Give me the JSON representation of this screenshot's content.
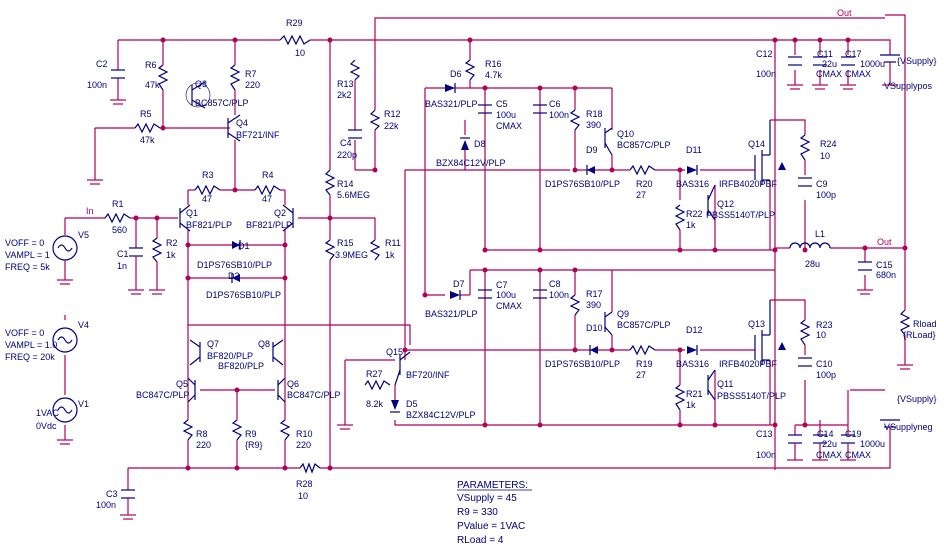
{
  "labels": {
    "out_top": "Out",
    "out_mid": "Out",
    "in": "In",
    "r29": "R29",
    "r29v": "10",
    "c2": "C2",
    "c2v": "100n",
    "r6": "R6",
    "r6v": "47k",
    "q3": "Q3",
    "q3t": "BC857C/PLP",
    "r7": "R7",
    "r7v": "220",
    "r5": "R5",
    "r5v": "47k",
    "q4": "Q4",
    "q4t": "BF721/INF",
    "r3": "R3",
    "r3v": "47",
    "r4": "R4",
    "r4v": "47",
    "r1": "R1",
    "r1v": "560",
    "q1": "Q1",
    "q1t": "BF821/PLP",
    "q2": "Q2",
    "q2t": "BF821/PLP",
    "r2": "R2",
    "r2v": "1k",
    "c1": "C1",
    "c1v": "1n",
    "d1": "D1",
    "d1t": "D1PS76SB10/PLP",
    "d2": "D2",
    "d2t": "D1PS76SB10/PLP",
    "v5": "V5",
    "v5a": "VOFF = 0",
    "v5b": "VAMPL = 1",
    "v5c": "FREQ = 5k",
    "v4": "V4",
    "v4a": "VOFF = 0",
    "v4b": "VAMPL = 1.0",
    "v4c": "FREQ = 20k",
    "v1": "V1",
    "v1a": "1VAC",
    "v1b": "0Vdc",
    "q7": "Q7",
    "q7t": "BF820/PLP",
    "q8": "Q8",
    "q8t": "BF820/PLP",
    "q5": "Q5",
    "q5t": "BC847C/PLP",
    "q6": "Q6",
    "q6t": "BC847C/PLP",
    "r8": "R8",
    "r8v": "220",
    "r9": "R9",
    "r9v": "{R9}",
    "r10": "R10",
    "r10v": "220",
    "r28": "R28",
    "r28v": "10",
    "c3": "C3",
    "c3v": "100n",
    "r13": "R13",
    "r13v": "2k2",
    "c4": "C4",
    "c4v": "220p",
    "r12": "R12",
    "r12v": "22k",
    "r14": "R14",
    "r14v": "5.6MEG",
    "r15": "R15",
    "r15v": "3.9MEG",
    "r11": "R11",
    "r11v": "1k",
    "d6": "D6",
    "d6t": "BAS321/PLP",
    "r16": "R16",
    "r16v": "4.7k",
    "c5": "C5",
    "c5v": "100u",
    "c5t": "CMAX",
    "c6": "C6",
    "c6v": "100n",
    "r18": "R18",
    "r18v": "390",
    "q10": "Q10",
    "q10t": "BC857C/PLP",
    "d8": "D8",
    "d8t": "BZX84C12V/PLP",
    "d9": "D9",
    "d9t": "D1PS76SB10/PLP",
    "r20": "R20",
    "r20v": "27",
    "d11": "D11",
    "d11t": "BAS316",
    "q12": "Q12",
    "q12t": "PBSS5140T/PLP",
    "r22": "R22",
    "r22v": "1k",
    "q14": "Q14",
    "q14t": "IRFB4020PBF",
    "r24": "R24",
    "r24v": "10",
    "c9": "C9",
    "c9v": "100p",
    "c12": "C12",
    "c12v": "100n",
    "c11": "C11",
    "c11v": "22u",
    "c11t": "CMAX",
    "c17": "C17",
    "c17v": "1000u",
    "c17t": "CMAX",
    "vsupply_top": "{VSupply}",
    "vsupplypos": "VSupplypos",
    "l1": "L1",
    "l1v": "28u",
    "c15": "C15",
    "c15v": "680n",
    "rload": "Rload",
    "rloadv": "{RLoad}",
    "d7": "D7",
    "d7t": "BAS321/PLP",
    "c7": "C7",
    "c7v": "100u",
    "c7t": "CMAX",
    "c8": "C8",
    "c8v": "100n",
    "r17": "R17",
    "r17v": "390",
    "q9": "Q9",
    "q9t": "BC857C/PLP",
    "d10": "D10",
    "d10t": "D1PS76SB10/PLP",
    "r19": "R19",
    "r19v": "27",
    "d12": "D12",
    "d12t": "BAS316",
    "q11": "Q11",
    "q11t": "PBSS5140T/PLP",
    "r21": "R21",
    "r21v": "1k",
    "q13": "Q13",
    "q13t": "IRFB4020PBF",
    "r23": "R23",
    "r23v": "10",
    "c10": "C10",
    "c10v": "100p",
    "q15": "Q15",
    "q15t": "BF720/INF",
    "r27": "R27",
    "r27v": "8.2k",
    "d5": "D5",
    "d5t": "BZX84C12V/PLP",
    "c13": "C13",
    "c13v": "100n",
    "c14": "C14",
    "c14v": "22u",
    "c14t": "CMAX",
    "c19": "C19",
    "c19v": "1000u",
    "c19t": "CMAX",
    "vsupply_bot": "{VSupply}",
    "vsupplyneg": "VSupplyneg"
  },
  "parameters": {
    "title": "PARAMETERS:",
    "vsupply": "VSupply = 45",
    "r9": "R9 = 330",
    "pvalue": "PValue = 1VAC",
    "rload": "RLoad = 4"
  },
  "colors": {
    "wire": "#b0005a",
    "component": "#000080"
  }
}
